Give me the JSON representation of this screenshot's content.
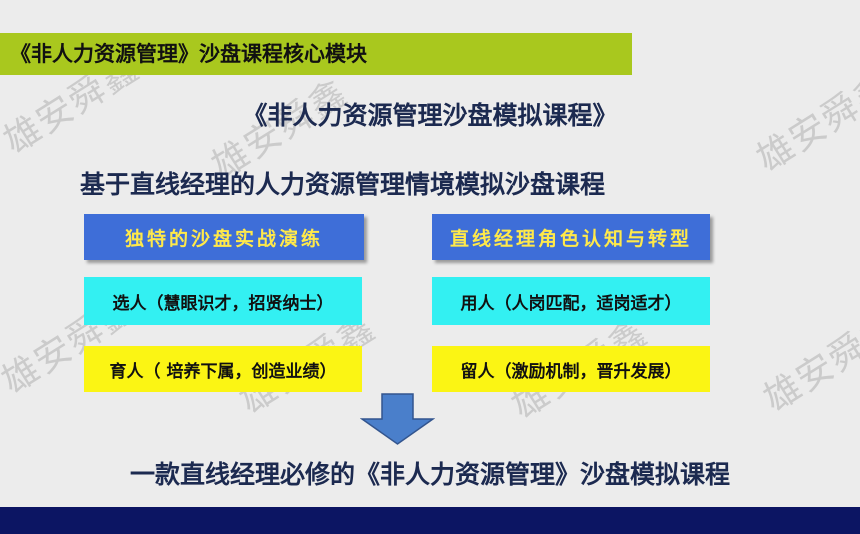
{
  "header": {
    "title": "《非人力资源管理》沙盘课程核心模块"
  },
  "course_title": "《非人力资源管理沙盘模拟课程》",
  "subtitle": "基于直线经理的人力资源管理情境模拟沙盘课程",
  "features": [
    {
      "label": "独特的沙盘实战演练"
    },
    {
      "label": "直线经理角色认知与转型"
    }
  ],
  "modules": [
    {
      "label": "选人（慧眼识才，招贤纳士）"
    },
    {
      "label": "用人（人岗匹配，适岗适才）"
    },
    {
      "label": "育人（ 培养下属，创造业绩）"
    },
    {
      "label": "留人（激励机制，晋升发展）"
    }
  ],
  "tagline": "一款直线经理必修的《非人力资源管理》沙盘模拟课程",
  "watermark": {
    "text": "雄安舜鑫"
  },
  "colors": {
    "header_bar": "#a9c81e",
    "feature_box": "#3e6ed8",
    "feature_text": "#ffe94a",
    "module_cyan": "#33f0f2",
    "module_yellow": "#fbf514",
    "arrow": "#4a7fcb",
    "footer": "#0c1563"
  }
}
